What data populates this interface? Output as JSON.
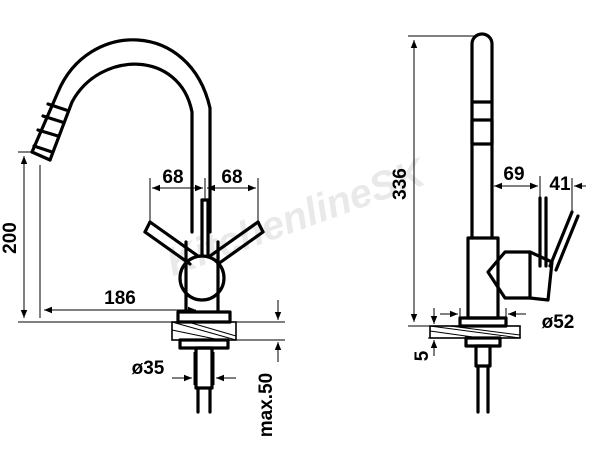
{
  "front_view": {
    "dim_spout_height": "200",
    "dim_reach": "186",
    "dim_handle_left": "68",
    "dim_handle_right": "68",
    "dim_hole_diameter": "ø35",
    "dim_max_thickness": "max.50"
  },
  "side_view": {
    "dim_total_height": "336",
    "dim_offset": "69",
    "dim_lever": "41",
    "dim_base_diameter": "ø52",
    "dim_gap": "5"
  },
  "watermark": "KitchenlineSK"
}
